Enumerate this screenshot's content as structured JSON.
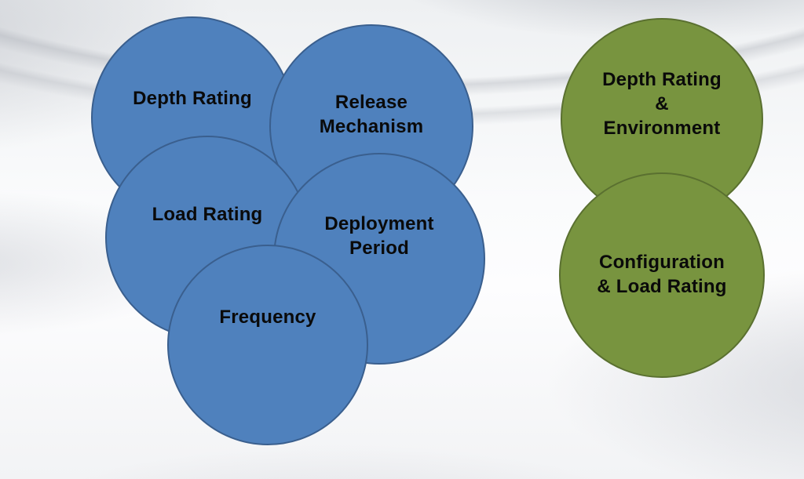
{
  "diagram": {
    "circles": [
      {
        "id": "depth-rating",
        "group": "blue",
        "lines": [
          "Depth Rating"
        ]
      },
      {
        "id": "release-mechanism",
        "group": "blue",
        "lines": [
          "Release",
          "Mechanism"
        ]
      },
      {
        "id": "load-rating",
        "group": "blue",
        "lines": [
          "Load Rating"
        ]
      },
      {
        "id": "deployment-period",
        "group": "blue",
        "lines": [
          "Deployment",
          "Period"
        ]
      },
      {
        "id": "frequency",
        "group": "blue",
        "lines": [
          "Frequency"
        ]
      },
      {
        "id": "depth-rating-environment",
        "group": "green",
        "lines": [
          "Depth Rating",
          "&",
          "Environment"
        ]
      },
      {
        "id": "configuration-load-rating",
        "group": "green",
        "lines": [
          "Configuration",
          "& Load Rating"
        ]
      }
    ]
  },
  "colors": {
    "blue_fill": "#4f81bd",
    "blue_border": "#3a5f8e",
    "green_fill": "#78943f",
    "green_border": "#5a7030",
    "label_text": "#0a0a0a"
  }
}
